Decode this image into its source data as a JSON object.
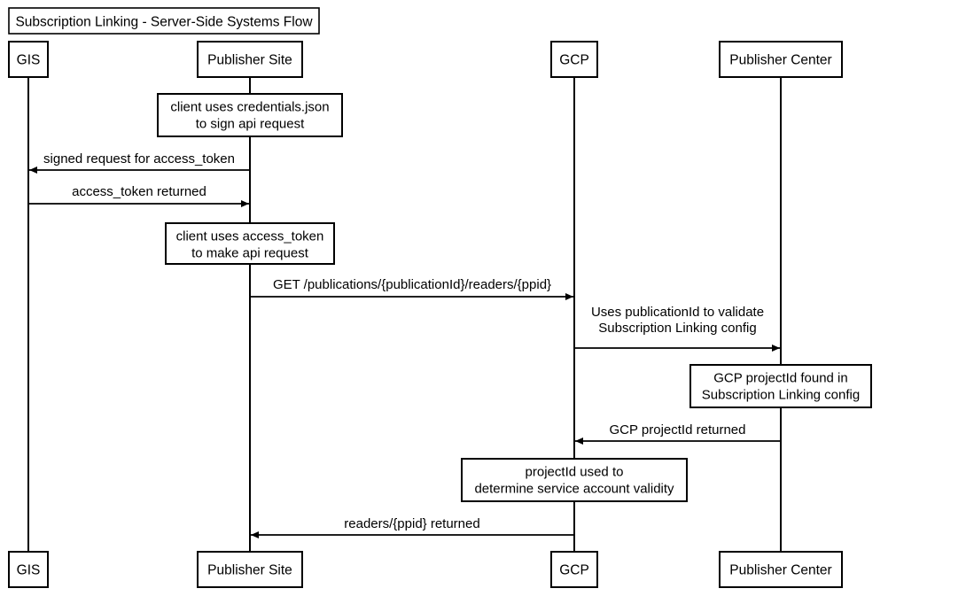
{
  "title": "Subscription Linking - Server-Side Systems Flow",
  "participants": [
    {
      "id": "gis",
      "label": "GIS"
    },
    {
      "id": "publisher-site",
      "label": "Publisher Site"
    },
    {
      "id": "gcp",
      "label": "GCP"
    },
    {
      "id": "publisher-center",
      "label": "Publisher Center"
    }
  ],
  "notes": [
    {
      "id": "note-sign-request",
      "lines": [
        "client uses credentials.json",
        "to sign api request"
      ]
    },
    {
      "id": "note-make-request",
      "lines": [
        "client uses access_token",
        "to make api request"
      ]
    },
    {
      "id": "note-projectid-found",
      "lines": [
        "GCP projectId found in",
        "Subscription Linking config"
      ]
    },
    {
      "id": "note-service-account",
      "lines": [
        "projectId used to",
        "determine service account validity"
      ]
    }
  ],
  "messages": [
    {
      "id": "msg-signed-request",
      "from": "publisher-site",
      "to": "gis",
      "lines": [
        "signed request for access_token"
      ]
    },
    {
      "id": "msg-token-returned",
      "from": "gis",
      "to": "publisher-site",
      "lines": [
        "access_token returned"
      ]
    },
    {
      "id": "msg-get-readers",
      "from": "publisher-site",
      "to": "gcp",
      "lines": [
        "GET /publications/{publicationId}/readers/{ppid}"
      ]
    },
    {
      "id": "msg-validate-config",
      "from": "gcp",
      "to": "publisher-center",
      "lines": [
        "Uses publicationId to validate",
        "Subscription Linking config"
      ]
    },
    {
      "id": "msg-projectid-returned",
      "from": "publisher-center",
      "to": "gcp",
      "lines": [
        "GCP projectId returned"
      ]
    },
    {
      "id": "msg-readers-returned",
      "from": "gcp",
      "to": "publisher-site",
      "lines": [
        "readers/{ppid} returned"
      ]
    }
  ]
}
